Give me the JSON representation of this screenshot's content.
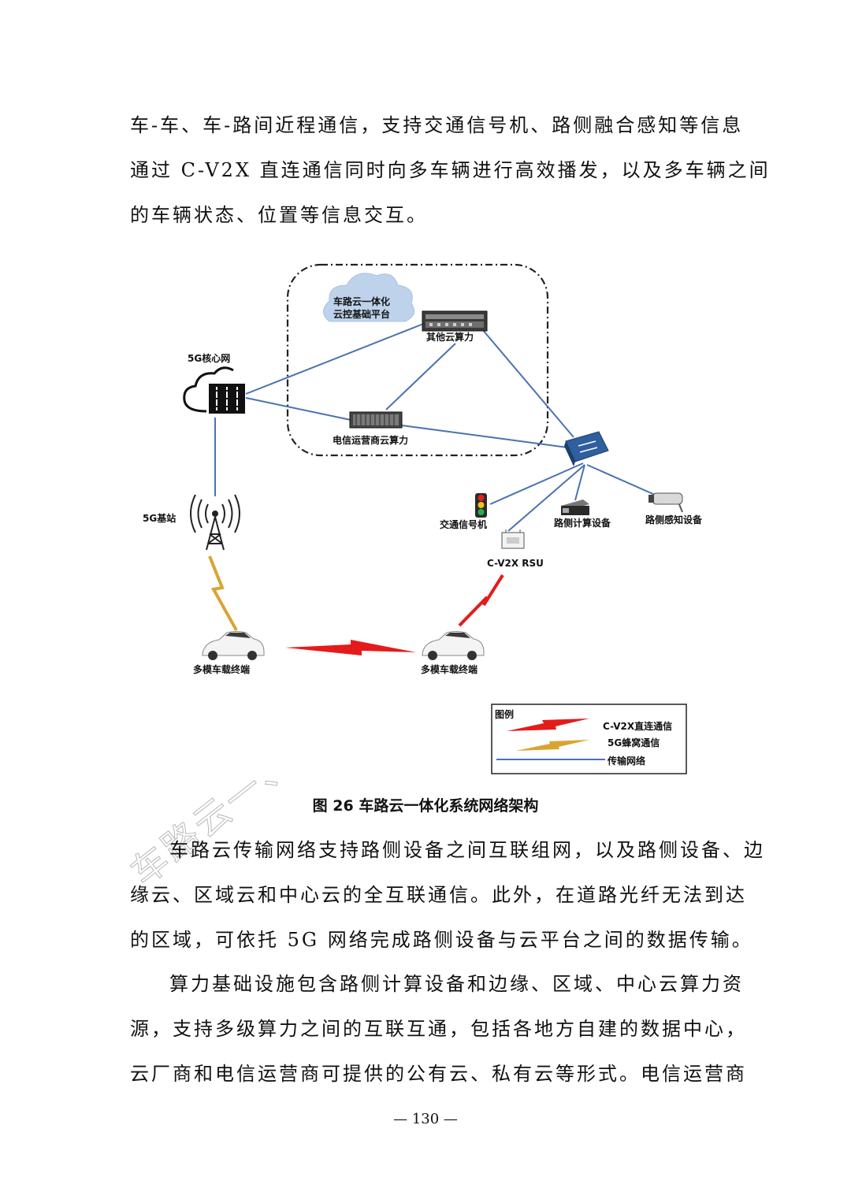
{
  "paragraphs": {
    "top": [
      "车-车、车-路间近程通信，支持交通信号机、路侧融合感知等信息",
      "通过 C-V2X 直连通信同时向多车辆进行高效播发，以及多车辆之间",
      "的车辆状态、位置等信息交互。"
    ],
    "middle": [
      "车路云传输网络支持路侧设备之间互联组网，以及路侧设备、边",
      "缘云、区域云和中心云的全互联通信。此外，在道路光纤无法到达",
      "的区域，可依托 5G 网络完成路侧设备与云平台之间的数据传输。"
    ],
    "bottom": [
      "算力基础设施包含路侧计算设备和边缘、区域、中心云算力资",
      "源，支持多级算力之间的互联互通，包括各地方自建的数据中心，",
      "云厂商和电信运营商可提供的公有云、私有云等形式。电信运营商"
    ]
  },
  "figure": {
    "cloud_platform": "车路云一体化云控基础平台",
    "other_cloud": "其他云算力",
    "telecom_cloud": "电信运营商云算力",
    "core_net": "5G核心网",
    "base_station": "5G基站",
    "traffic_signal": "交通信号机",
    "roadside_compute": "路侧计算设备",
    "roadside_sensor": "路侧感知设备",
    "rsu": "C-V2X RSU",
    "vehicle_left": "多模车载终端",
    "vehicle_right": "多模车载终端",
    "legend": {
      "title": "图例",
      "items": [
        "C-V2X直连通信",
        "5G蜂窝通信",
        "传输网络"
      ]
    },
    "colors": {
      "link": "#4a72b0",
      "cv2x": "#e51b1b",
      "cellular": "#d9a531",
      "dashed_border": "#222222"
    }
  },
  "caption": "图 26  车路云一体化系统网络架构",
  "watermark": "车路云一、",
  "page_number": "— 130 —"
}
